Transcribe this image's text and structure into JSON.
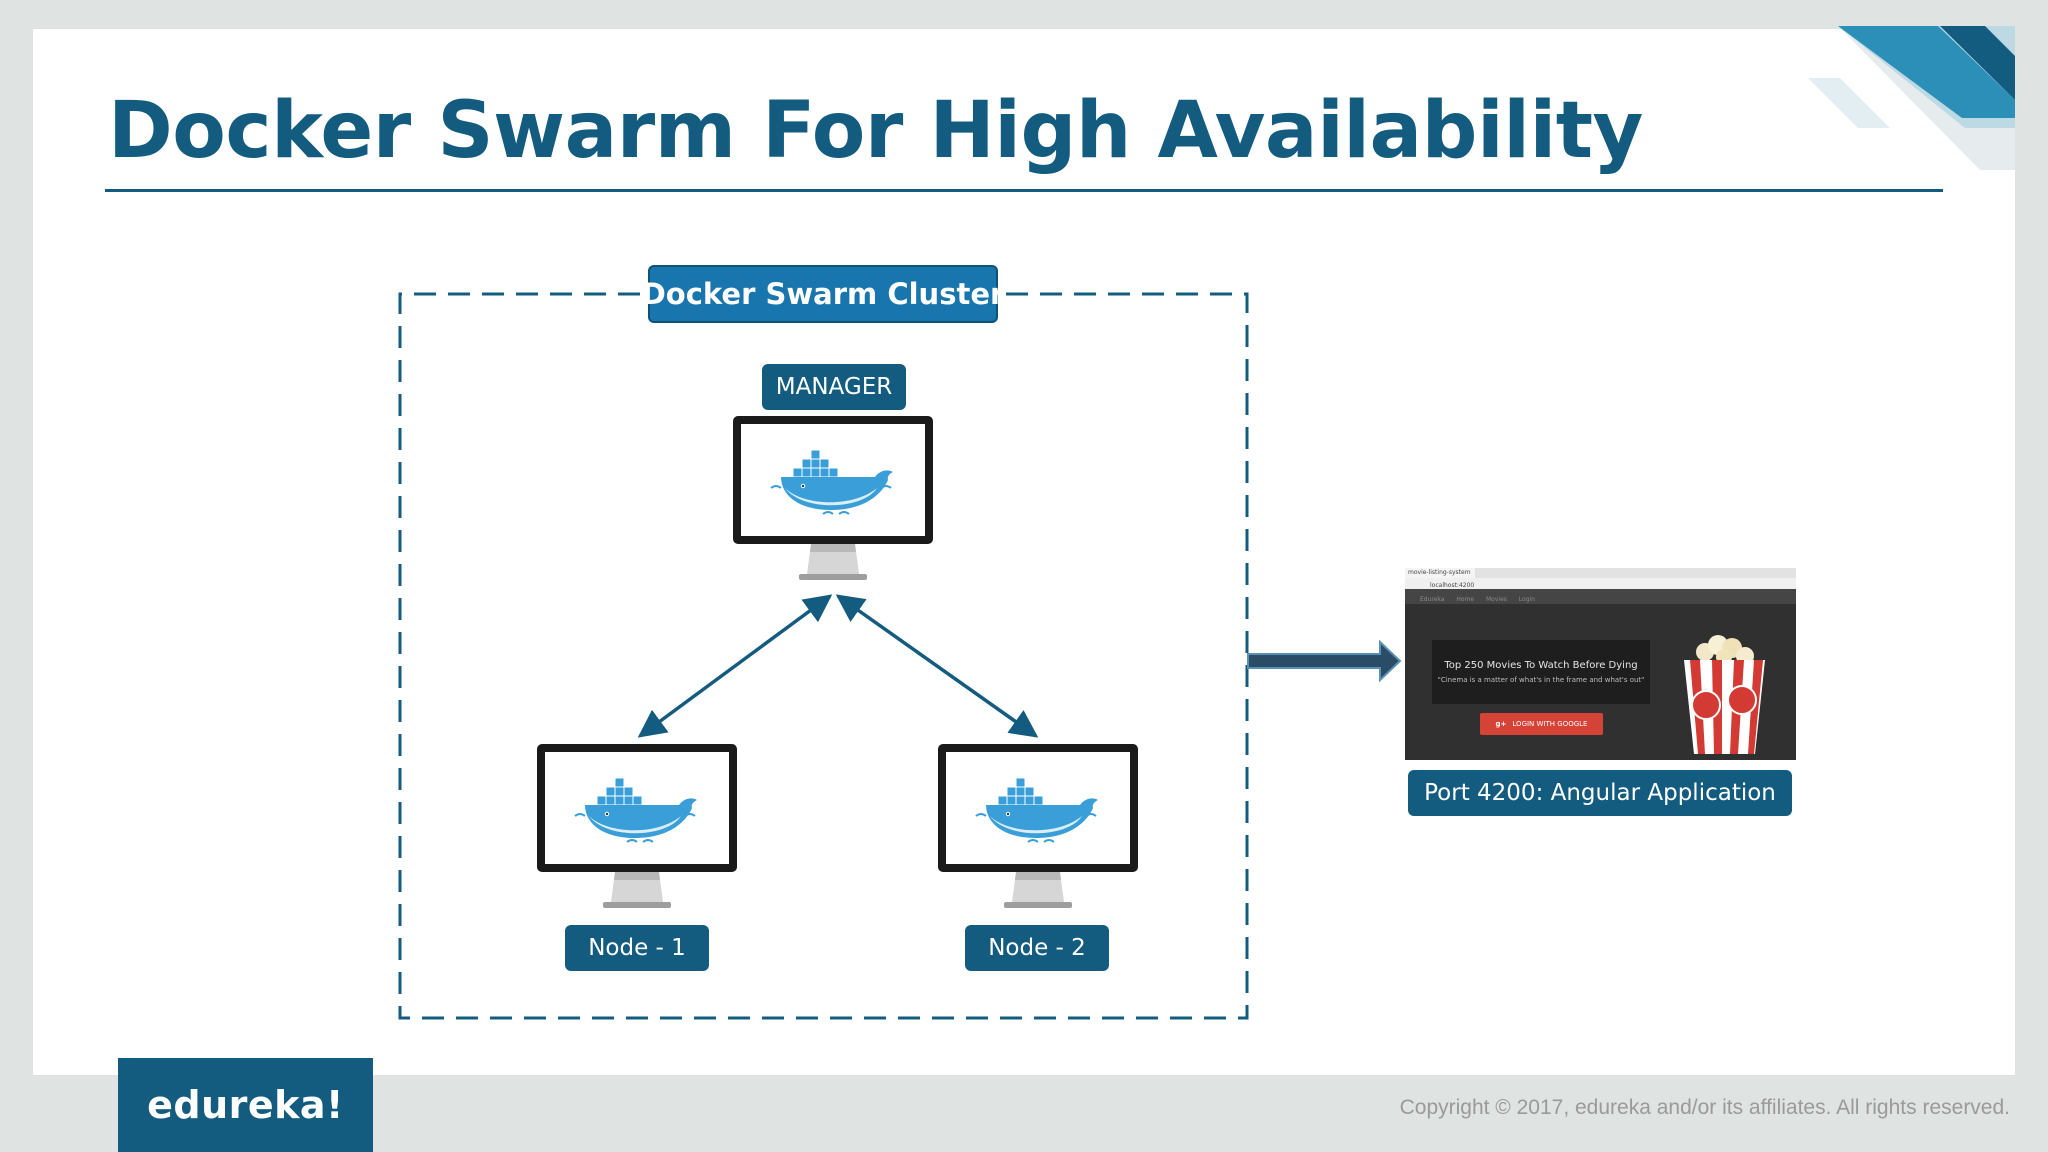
{
  "title": "Docker Swarm For High Availability",
  "cluster_label": "Docker Swarm Cluster",
  "manager_label": "MANAGER",
  "node1_label": "Node - 1",
  "node2_label": "Node - 2",
  "port_label": "Port 4200: Angular Application",
  "screenshot": {
    "tab_title": "movie-listing-system",
    "url": "localhost:4200",
    "nav": "Edureka  Home  Movies  Login",
    "movie_title": "Top 250 Movies To Watch Before Dying",
    "movie_subtitle": "\"Cinema is a matter of what's in the frame and what's out\"",
    "login_button": "LOGIN WITH GOOGLE"
  },
  "brand": "edureka!",
  "copyright": "Copyright © 2017, edureka and/or its affiliates. All rights reserved.",
  "colors": {
    "primary": "#135c80",
    "cluster_label": "#1975ad",
    "docker_blue": "#3a9fd8",
    "corner_accent": "#2b8fb8"
  },
  "icons": [
    "docker-whale-icon",
    "monitor-icon",
    "popcorn-icon",
    "google-plus-icon"
  ]
}
